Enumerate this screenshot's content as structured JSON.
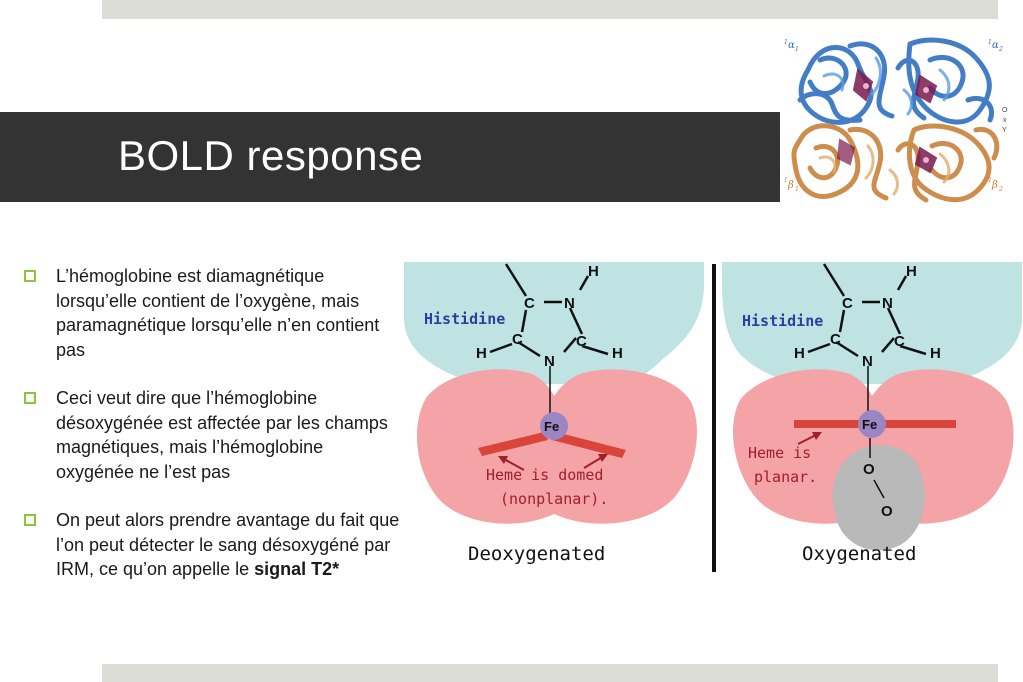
{
  "slide": {
    "title": "BOLD response"
  },
  "bullets": [
    {
      "text": "L’hémoglobine est diamagnétique lorsqu’elle contient de l’oxygène, mais paramagnétique lorsqu’elle n’en contient pas"
    },
    {
      "text": "Ceci veut dire que l’hémoglobine désoxygénée est affectée par les champs magnétiques, mais l’hémoglobine oxygénée ne l’est pas"
    },
    {
      "text_before": "On peut alors prendre avantage du fait que l’on peut détecter le sang désoxygéné par IRM, ce qu’on appelle le ",
      "text_bold": "signal T2*"
    }
  ],
  "protein_figure": {
    "label_alpha1": "α",
    "label_alpha2": "α",
    "label_beta1": "β",
    "label_beta2": "β",
    "sub_1": "1",
    "sub_2": "2",
    "sup_1": "1",
    "oxy_o": "O",
    "oxy_x": "x",
    "oxy_y": "Y",
    "colors": {
      "alpha": "#2f6fc0",
      "beta": "#c8813a",
      "heme": "#7a1a4e"
    }
  },
  "heme_diagram": {
    "left": {
      "histidine": "Histidine",
      "atom_c1": "C",
      "atom_n1": "N",
      "atom_h1": "H",
      "atom_h2": "H",
      "atom_c2": "C",
      "atom_n2": "N",
      "atom_c3": "C",
      "atom_h3": "H",
      "fe": "Fe",
      "caption_line1": "Heme is domed",
      "caption_line2": "(nonplanar).",
      "label": "Deoxygenated"
    },
    "right": {
      "histidine": "Histidine",
      "atom_c1": "C",
      "atom_n1": "N",
      "atom_h1": "H",
      "atom_h2": "H",
      "atom_c2": "C",
      "atom_n2": "N",
      "atom_c3": "C",
      "atom_h3": "H",
      "fe": "Fe",
      "caption_line1": "Heme is",
      "caption_line2": "planar.",
      "o1": "O",
      "o2": "O",
      "label": "Oxygenated"
    },
    "colors": {
      "protein": "#bfe3e3",
      "heme_region": "#f4a4a6",
      "heme_bar": "#d9453a",
      "fe": "#9a86c2",
      "oxygen": "#b9b9b9",
      "text_blue": "#2a3f9e",
      "arrow": "#a01f2a"
    }
  }
}
